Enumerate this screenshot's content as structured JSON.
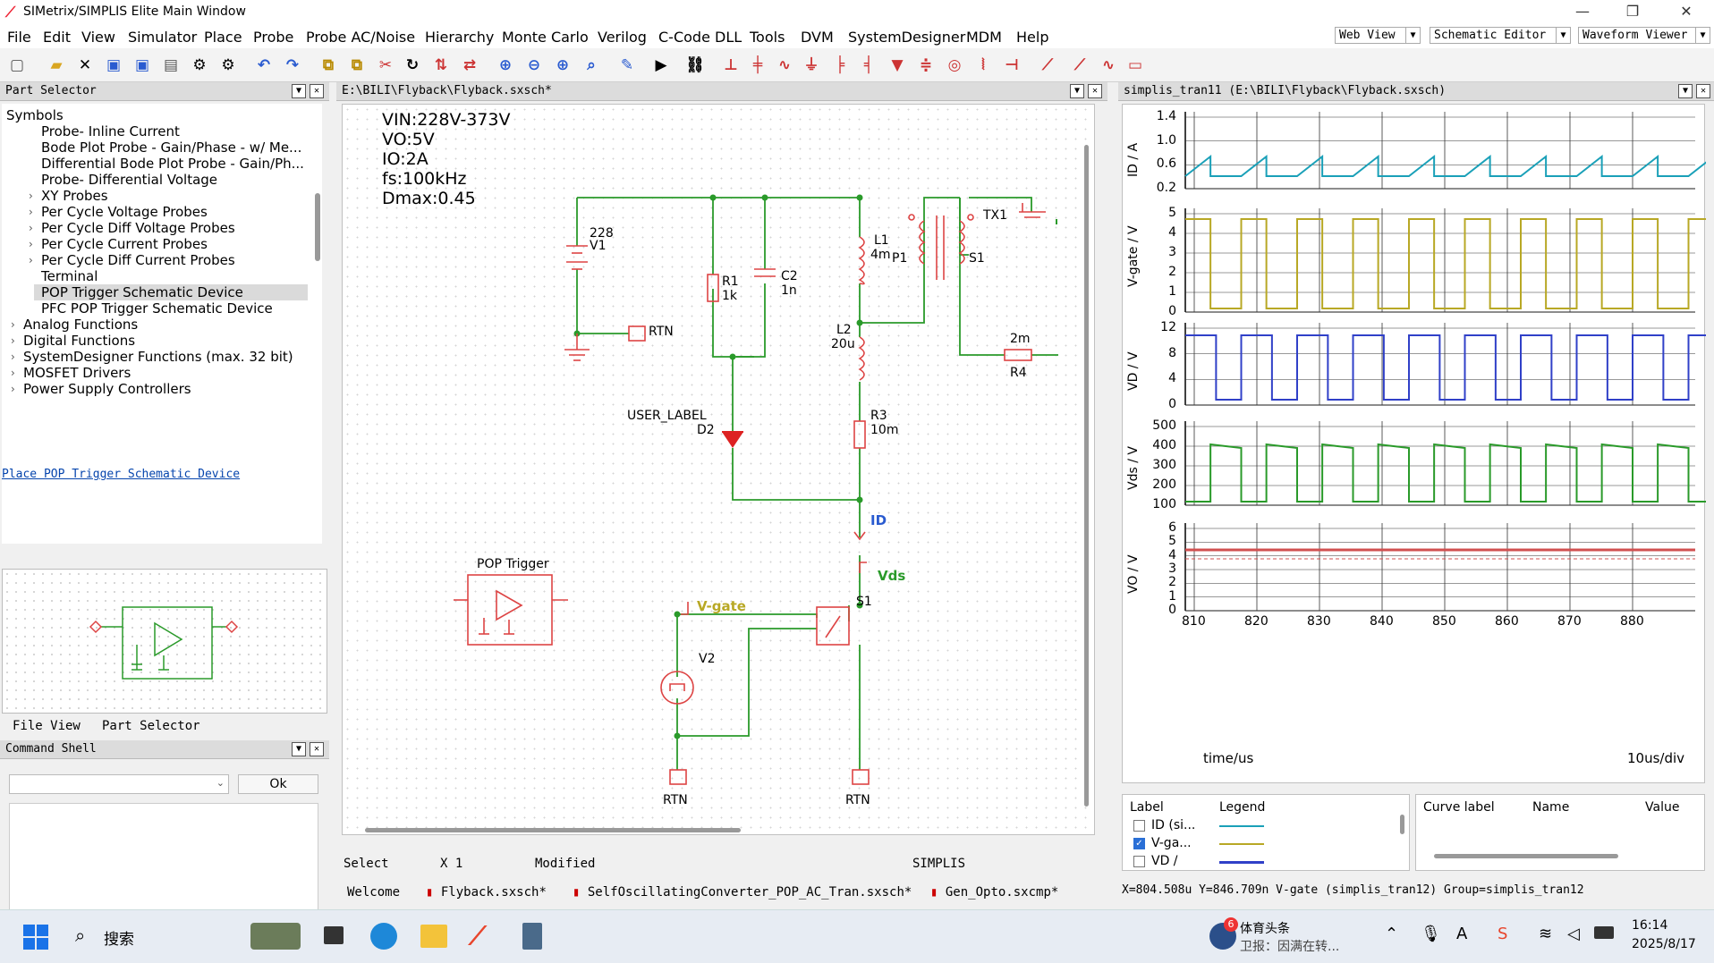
{
  "window": {
    "title": "SIMetrix/SIMPLIS Elite Main Window",
    "controls": [
      "—",
      "❐",
      "✕"
    ]
  },
  "menu": [
    "File",
    "Edit",
    "View",
    "Simulator",
    "Place",
    "Probe",
    "Probe AC/Noise",
    "Hierarchy",
    "Monte Carlo",
    "Verilog",
    "C-Code DLL",
    "Tools",
    "DVM",
    "SystemDesigner",
    "MDM",
    "Help"
  ],
  "view_selectors": [
    "Web View",
    "Schematic Editor",
    "Waveform Viewer"
  ],
  "part_selector": {
    "header": "Part Selector",
    "root": "Symbols",
    "items": [
      {
        "label": "Probe- Inline Current",
        "indent": 2,
        "arrow": false
      },
      {
        "label": "Bode Plot Probe - Gain/Phase - w/ Me...",
        "indent": 2,
        "arrow": false
      },
      {
        "label": "Differential Bode Plot Probe - Gain/Ph...",
        "indent": 2,
        "arrow": false
      },
      {
        "label": "Probe- Differential Voltage",
        "indent": 2,
        "arrow": false
      },
      {
        "label": "XY Probes",
        "indent": 2,
        "arrow": true
      },
      {
        "label": "Per Cycle Voltage Probes",
        "indent": 2,
        "arrow": true
      },
      {
        "label": "Per Cycle Diff Voltage Probes",
        "indent": 2,
        "arrow": true
      },
      {
        "label": "Per Cycle Current Probes",
        "indent": 2,
        "arrow": true
      },
      {
        "label": "Per Cycle Diff Current Probes",
        "indent": 2,
        "arrow": true
      },
      {
        "label": "Terminal",
        "indent": 2,
        "arrow": false
      },
      {
        "label": "POP Trigger Schematic Device",
        "indent": 2,
        "arrow": false,
        "selected": true
      },
      {
        "label": "PFC POP Trigger Schematic Device",
        "indent": 2,
        "arrow": false
      },
      {
        "label": "Analog Functions",
        "indent": 1,
        "arrow": true
      },
      {
        "label": "Digital Functions",
        "indent": 1,
        "arrow": true
      },
      {
        "label": "SystemDesigner Functions (max. 32 bit)",
        "indent": 1,
        "arrow": true
      },
      {
        "label": "MOSFET Drivers",
        "indent": 1,
        "arrow": true
      },
      {
        "label": "Power Supply Controllers",
        "indent": 1,
        "arrow": true
      }
    ],
    "place_link": "Place POP Trigger Schematic Device",
    "tabs": [
      "File View",
      "Part Selector"
    ]
  },
  "command_shell": {
    "header": "Command Shell",
    "ok": "Ok"
  },
  "schematic": {
    "header": "E:\\BILI\\Flyback\\Flyback.sxsch*",
    "notes": [
      "VIN:228V-373V",
      "VO:5V",
      "IO:2A",
      "fs:100kHz",
      "Dmax:0.45"
    ],
    "labels": {
      "v1_val": "228",
      "v1": "V1",
      "rtn1": "RTN",
      "r1": "R1",
      "r1_val": "1k",
      "c2": "C2",
      "c2_val": "1n",
      "l1": "L1",
      "l1_val": "4m",
      "p1": "P1",
      "s1_tx": "S1",
      "tx1": "TX1",
      "l2": "L2",
      "l2_val": "20u",
      "r4": "R4",
      "r4_val": "2m",
      "user_label": "USER_LABEL",
      "d2": "D2",
      "r3": "R3",
      "r3_val": "10m",
      "id": "ID",
      "vds": "Vds",
      "pop": "POP Trigger",
      "vgate": "V-gate",
      "s1": "S1",
      "v2": "V2",
      "rtn2": "RTN",
      "rtn3": "RTN"
    },
    "status": {
      "mode": "Select",
      "zoom": "X 1",
      "state": "Modified",
      "sim": "SIMPLIS"
    }
  },
  "waveform": {
    "header": "simplis_tran11 (E:\\BILI\\Flyback\\Flyback.sxsch)",
    "plots": [
      {
        "ylabel": "ID / A",
        "ticks": [
          "1.4",
          "1.0",
          "0.6",
          "0.2"
        ],
        "color": "#1aa0b8"
      },
      {
        "ylabel": "V-gate / V",
        "ticks": [
          "5",
          "4",
          "3",
          "2",
          "1",
          "0"
        ],
        "color": "#b8a825"
      },
      {
        "ylabel": "VD / V",
        "ticks": [
          "12",
          "8",
          "4",
          "0"
        ],
        "color": "#3040c8"
      },
      {
        "ylabel": "Vds / V",
        "ticks": [
          "500",
          "400",
          "300",
          "200",
          "100"
        ],
        "color": "#2a9a2a"
      },
      {
        "ylabel": "VO / V",
        "ticks": [
          "6",
          "5",
          "4",
          "3",
          "2",
          "1",
          "0"
        ],
        "color": "#d05050"
      }
    ],
    "xticks": [
      "810",
      "820",
      "830",
      "840",
      "850",
      "860",
      "870",
      "880"
    ],
    "xlabel": "time/us",
    "xdiv": "10us/div",
    "legend_headers": [
      "Label",
      "Legend",
      "Curve label",
      "Name",
      "Value"
    ],
    "legend_items": [
      "ID (si...",
      "V-ga...",
      "VD /"
    ],
    "cursor_status": "X=804.508u Y=846.709n V-gate (simplis_tran12) Group=simplis_tran12"
  },
  "doc_tabs": [
    "Welcome",
    "Flyback.sxsch*",
    "SelfOscillatingConverter_POP_AC_Tran.sxsch*",
    "Gen_Opto.sxcmp*"
  ],
  "taskbar": {
    "search": "搜索",
    "news_title": "体育头条",
    "news_sub": "卫报：因满在转...",
    "news_badge": "6",
    "time": "16:14",
    "date": "2025/8/17"
  }
}
